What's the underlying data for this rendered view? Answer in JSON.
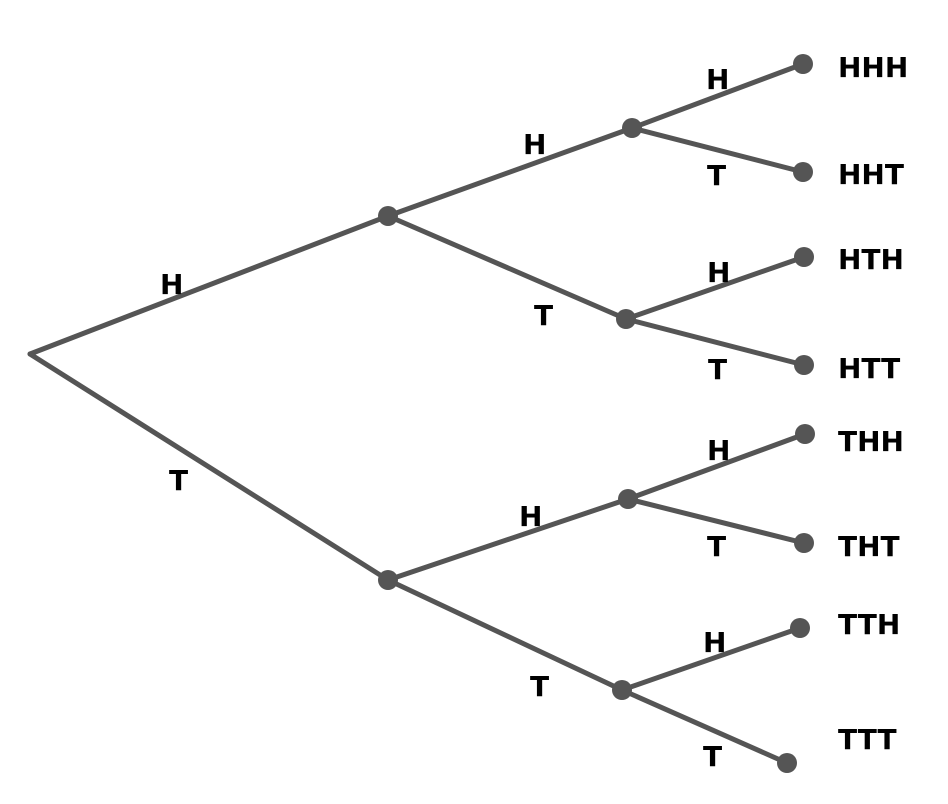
{
  "colors": {
    "line": "#555555",
    "node": "#555555",
    "text": "#000000"
  },
  "tree": {
    "level1": {
      "h_label": "H",
      "t_label": "T"
    },
    "level2": {
      "from_h": {
        "h_label": "H",
        "t_label": "T"
      },
      "from_t": {
        "h_label": "H",
        "t_label": "T"
      }
    },
    "level3": {
      "hh": {
        "h_label": "H",
        "t_label": "T"
      },
      "ht": {
        "h_label": "H",
        "t_label": "T"
      },
      "th": {
        "h_label": "H",
        "t_label": "T"
      },
      "tt": {
        "h_label": "H",
        "t_label": "T"
      }
    },
    "outcomes": [
      "HHH",
      "HHT",
      "HTH",
      "HTT",
      "THH",
      "THT",
      "TTH",
      "TTT"
    ]
  }
}
